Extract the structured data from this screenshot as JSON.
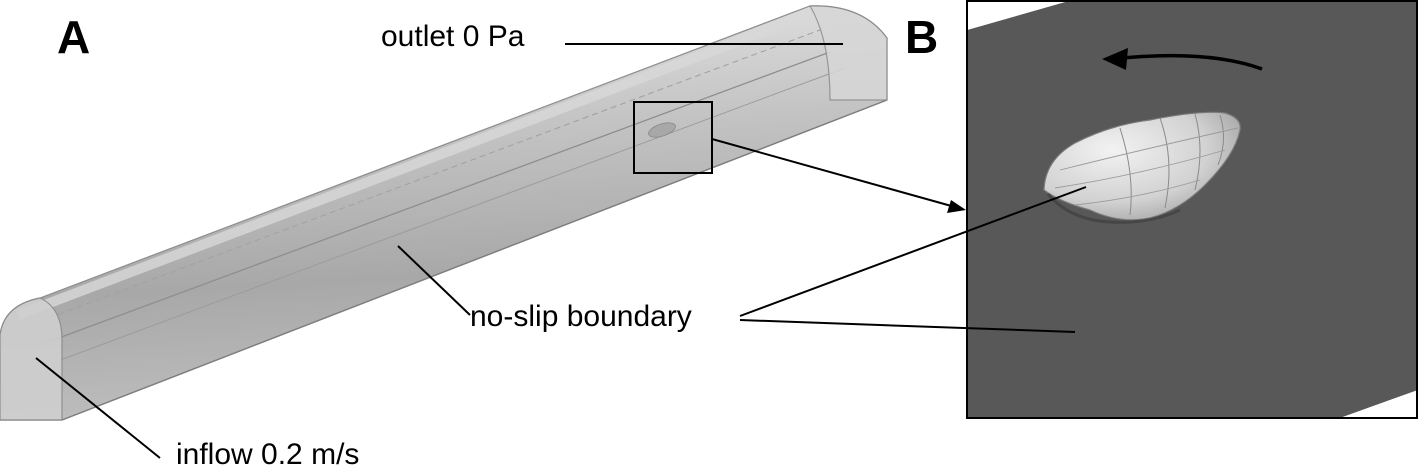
{
  "panels": {
    "a_letter": "A",
    "b_letter": "B"
  },
  "labels": {
    "outlet": "outlet 0 Pa",
    "no_slip": "no-slip boundary",
    "inflow": "inflow 0.2 m/s"
  },
  "colors": {
    "channel_fill": "#b9b9b9",
    "channel_edge": "#8a8a8a",
    "floor_gray": "#585858",
    "shell": "#e2e2e2"
  }
}
